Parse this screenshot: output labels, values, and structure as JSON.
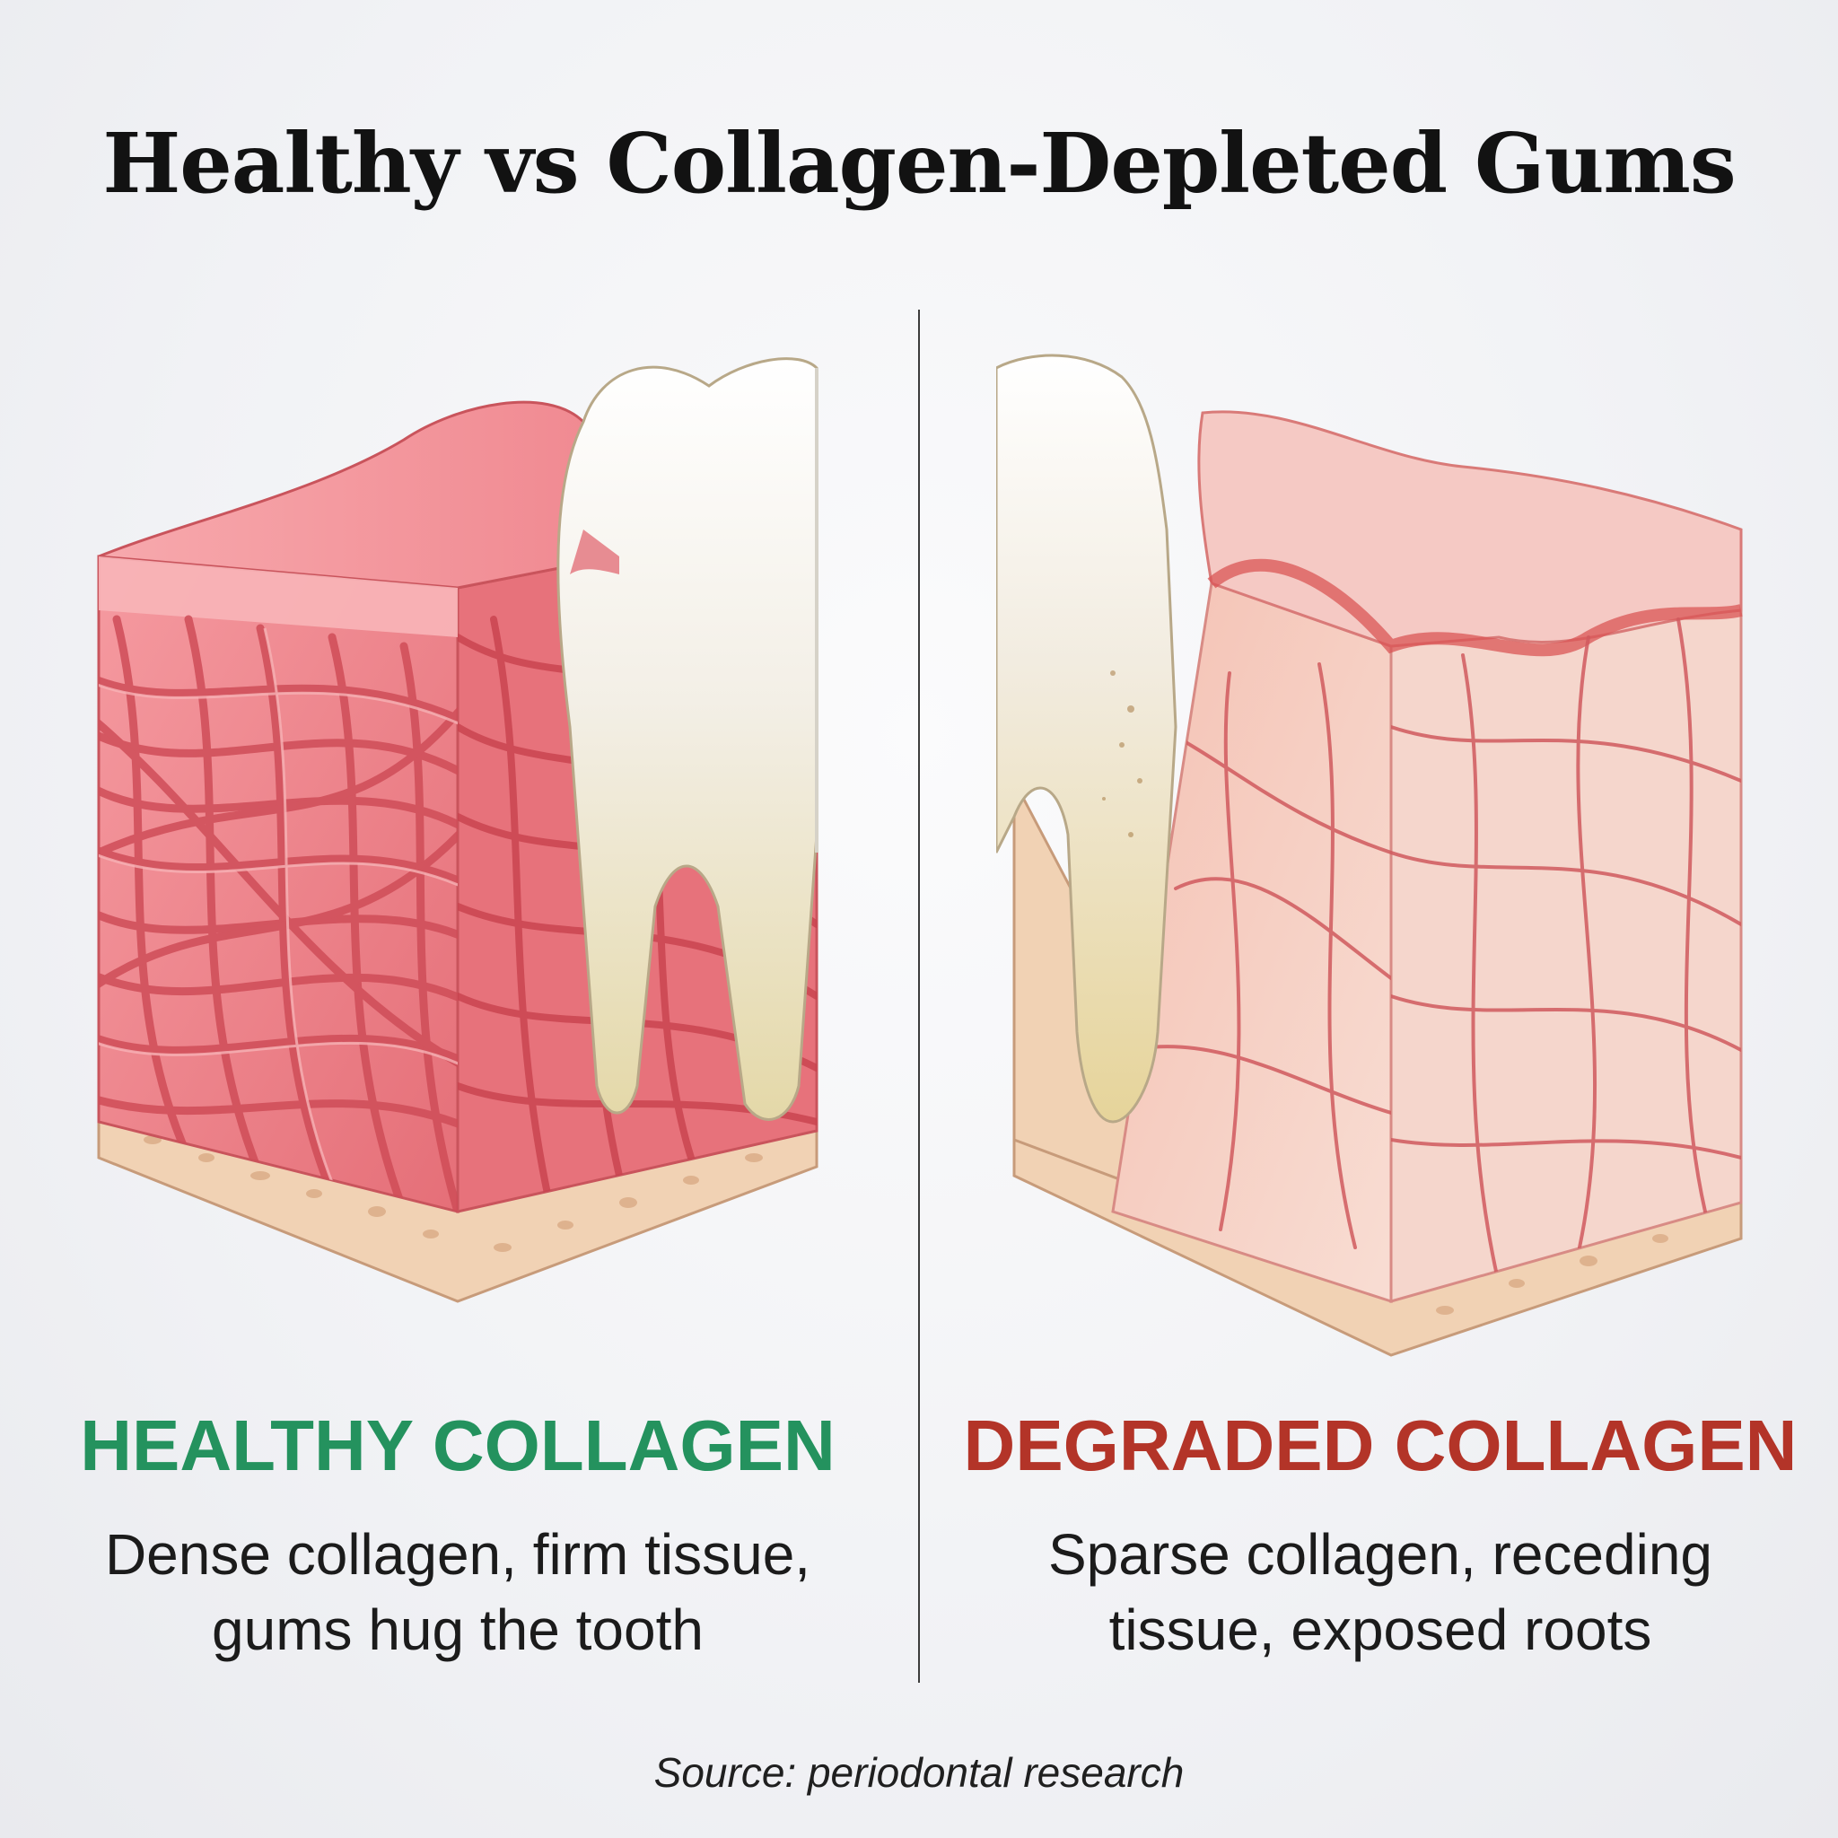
{
  "title": "Healthy vs Collagen-Depleted Gums",
  "left_panel": {
    "heading": "HEALTHY COLLAGEN",
    "heading_color": "#24925e",
    "description_lines": [
      "Dense collagen, firm tissue,",
      "gums hug the tooth"
    ]
  },
  "right_panel": {
    "heading": "DEGRADED COLLAGEN",
    "heading_color": "#b33428",
    "description_lines": [
      "Sparse collagen, receding",
      "tissue, exposed roots"
    ]
  },
  "source": "Source: periodontal research",
  "colors": {
    "gum_pink": "#ee8a92",
    "gum_dark": "#d8585f",
    "degraded_tissue": "#f6d3c8",
    "bone": "#f1d2b4",
    "tooth": "#f8f4ea",
    "root": "#eadfb4"
  }
}
